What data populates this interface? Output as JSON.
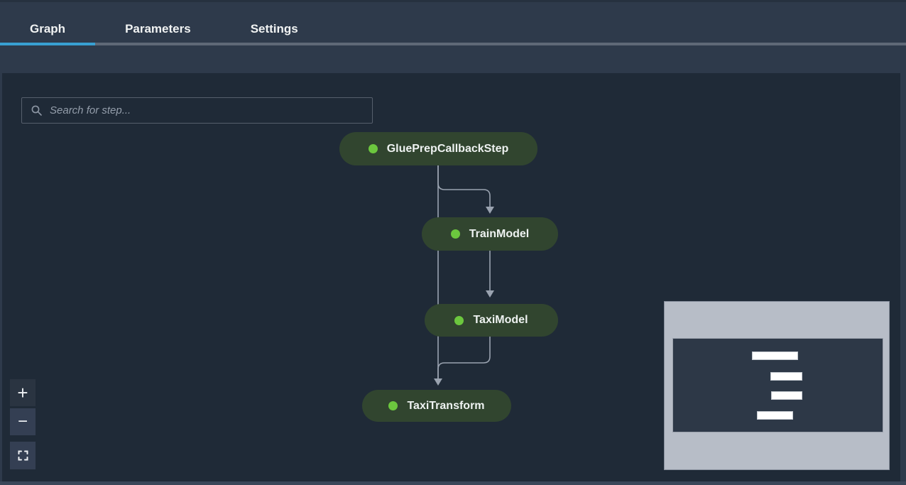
{
  "tabs": [
    {
      "label": "Graph",
      "active": true
    },
    {
      "label": "Parameters",
      "active": false
    },
    {
      "label": "Settings",
      "active": false
    }
  ],
  "search": {
    "placeholder": "Search for step...",
    "value": ""
  },
  "pipeline_graph": {
    "nodes": [
      {
        "id": "GluePrepCallbackStep",
        "label": "GluePrepCallbackStep",
        "status": "success"
      },
      {
        "id": "TrainModel",
        "label": "TrainModel",
        "status": "success"
      },
      {
        "id": "TaxiModel",
        "label": "TaxiModel",
        "status": "success"
      },
      {
        "id": "TaxiTransform",
        "label": "TaxiTransform",
        "status": "success"
      }
    ],
    "edges": [
      {
        "from": "GluePrepCallbackStep",
        "to": "TrainModel"
      },
      {
        "from": "GluePrepCallbackStep",
        "to": "TaxiTransform"
      },
      {
        "from": "TrainModel",
        "to": "TaxiModel"
      },
      {
        "from": "TaxiModel",
        "to": "TaxiTransform"
      }
    ]
  },
  "controls": {
    "zoom_in": "+",
    "zoom_out": "−"
  },
  "icons": {
    "search": "search-icon",
    "zoom_in": "plus-icon",
    "zoom_out": "minus-icon",
    "fit": "fit-view-icon"
  },
  "colors": {
    "header_bg": "#2e3a4b",
    "canvas_bg": "#1f2a37",
    "active_tab_underline": "#38a0d2",
    "tab_divider": "#5f6977",
    "node_bg": "#31452f",
    "node_text": "#eef2f1",
    "status_success": "#6cc73e",
    "edge": "#9aa3b0",
    "minimap_bg": "#b7bdc7",
    "minimap_viewport": "#2d3847",
    "search_border": "#565f6c",
    "search_placeholder": "#949eab"
  }
}
